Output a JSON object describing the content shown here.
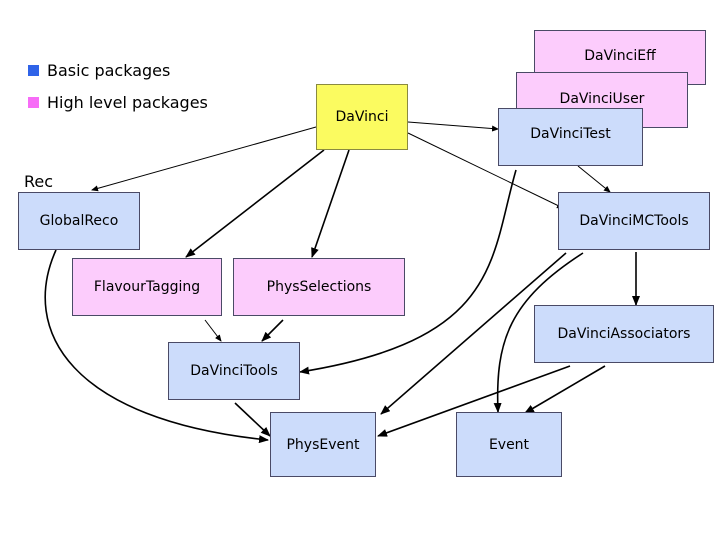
{
  "legend": {
    "basic_label": "Basic packages",
    "high_label": "High level packages",
    "basic_color": "#2f63e8",
    "high_color": "#f76cf7"
  },
  "group_label": "Rec",
  "nodes": {
    "davinci": "DaVinci",
    "davinci_eff": "DaVinciEff",
    "davinci_user": "DaVinciUser",
    "davinci_test": "DaVinciTest",
    "global_reco": "GlobalReco",
    "flavour_tagging": "FlavourTagging",
    "phys_selections": "PhysSelections",
    "davinci_mctools": "DaVinciMCTools",
    "davinci_associators": "DaVinciAssociators",
    "davinci_tools": "DaVinciTools",
    "phys_event": "PhysEvent",
    "event": "Event"
  }
}
